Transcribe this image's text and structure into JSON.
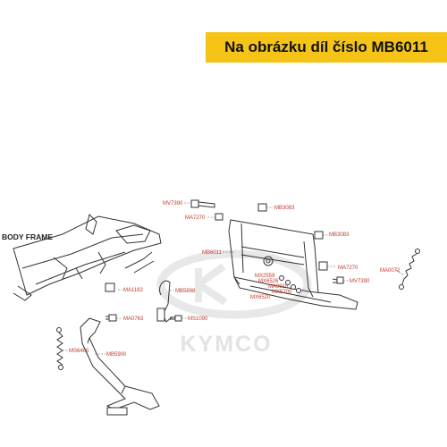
{
  "header": {
    "title": "Na obrázku díl číslo MB6011"
  },
  "frame_label": "BODY   FRAME",
  "watermark": "KYMCO",
  "part_labels": {
    "mv7390_a": "MV7390",
    "mb3083_a": "MB3083",
    "ma7270_a": "MA7270",
    "mb3083_b": "MB3083",
    "mb6011": "MB6011",
    "ma7270_b": "MA7270",
    "ma0072": "MA0072",
    "mx2559": "MX2559",
    "mx6526": "MX6526",
    "ma9918": "MA9918",
    "mx5700": "MX5700",
    "mx6520": "MX6520",
    "mv7390_b": "MV7390",
    "ma1182": "MA1182",
    "mb5898": "MB5898",
    "ma0763": "MA0763",
    "ms1090": "MS1090",
    "ms6465": "MS6465",
    "mb5900": "MB5900"
  }
}
